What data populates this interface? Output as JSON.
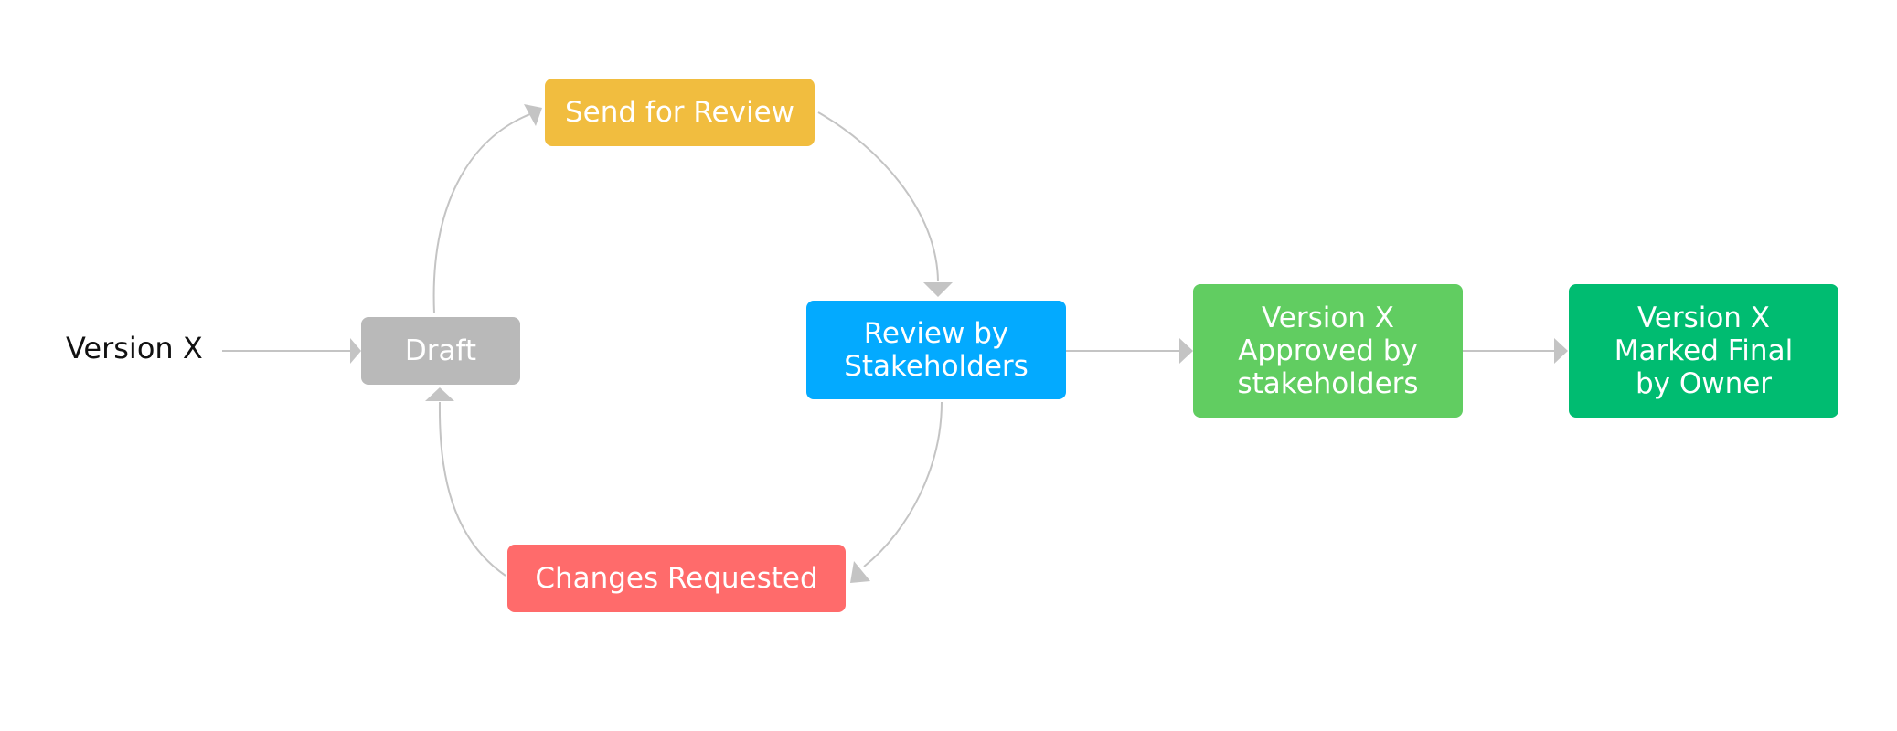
{
  "diagram": {
    "start_label": "Version X",
    "nodes": {
      "draft": {
        "label": "Draft",
        "color": "#b9b9b9"
      },
      "send_for_review": {
        "label": "Send for Review",
        "color": "#f1bd3f"
      },
      "review": {
        "label": "Review by Stakeholders",
        "color": "#03aaff"
      },
      "changes": {
        "label": "Changes Requested",
        "color": "#ff6b6b"
      },
      "approved": {
        "label": "Version X Approved by stakeholders",
        "color": "#61cd61"
      },
      "final": {
        "label": "Version X Marked Final by Owner",
        "color": "#00bc71"
      }
    },
    "edges": [
      {
        "from": "start",
        "to": "draft"
      },
      {
        "from": "draft",
        "to": "send_for_review"
      },
      {
        "from": "send_for_review",
        "to": "review"
      },
      {
        "from": "review",
        "to": "changes"
      },
      {
        "from": "changes",
        "to": "draft"
      },
      {
        "from": "review",
        "to": "approved"
      },
      {
        "from": "approved",
        "to": "final"
      }
    ],
    "connector_color": "#c4c4c4"
  }
}
